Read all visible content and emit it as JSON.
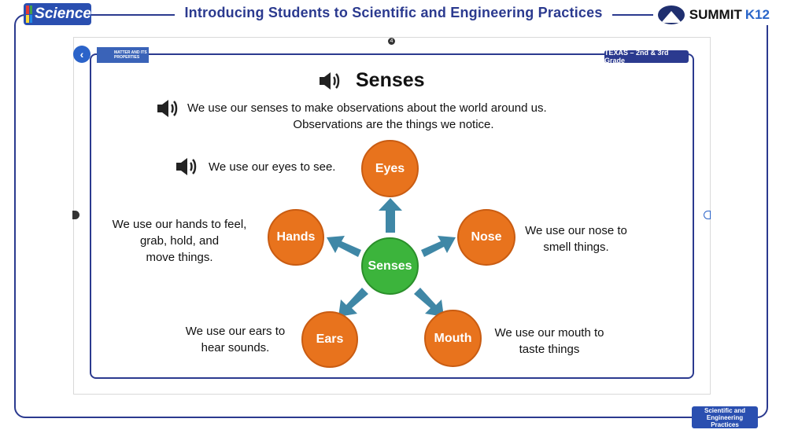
{
  "header": {
    "title": "Introducing Students to Scientific and Engineering Practices",
    "science_logo": "Science",
    "brand": "SUMMIT",
    "brand_suffix": "K12"
  },
  "slide": {
    "unit_badge": "MATTER AND ITS PROPERTIES",
    "grade_badge": "TEXAS – 2nd & 3rd Grade",
    "title": "Senses",
    "intro_line1": "We use our senses to make observations about the world around us.",
    "intro_line2": "Observations are the things we notice.",
    "center_node": "Senses",
    "nodes": {
      "eyes": {
        "label": "Eyes",
        "caption": "We use our eyes to see."
      },
      "hands": {
        "label": "Hands",
        "caption": "We use our hands to feel, grab, hold, and move things."
      },
      "nose": {
        "label": "Nose",
        "caption": "We use our nose to smell things."
      },
      "ears": {
        "label": "Ears",
        "caption": "We use our ears to hear sounds."
      },
      "mouth": {
        "label": "Mouth",
        "caption": "We use our mouth to taste things"
      }
    },
    "hands_lines": [
      "We use our hands to feel,",
      "grab, hold, and",
      "move things."
    ],
    "nose_lines": [
      "We use our nose to",
      "smell things."
    ],
    "ears_lines": [
      "We use our ears to",
      "hear sounds."
    ],
    "mouth_lines": [
      "We use our mouth to",
      "taste things"
    ]
  },
  "footer": {
    "badge": "Scientific and Engineering Practices"
  },
  "nav": {
    "back_icon": "chevron-left-icon",
    "page_indicator": "4"
  },
  "colors": {
    "accent": "#2b3a8f",
    "node_orange": "#e8731d",
    "node_green": "#3cb43c",
    "arrow": "#3f87a6"
  }
}
